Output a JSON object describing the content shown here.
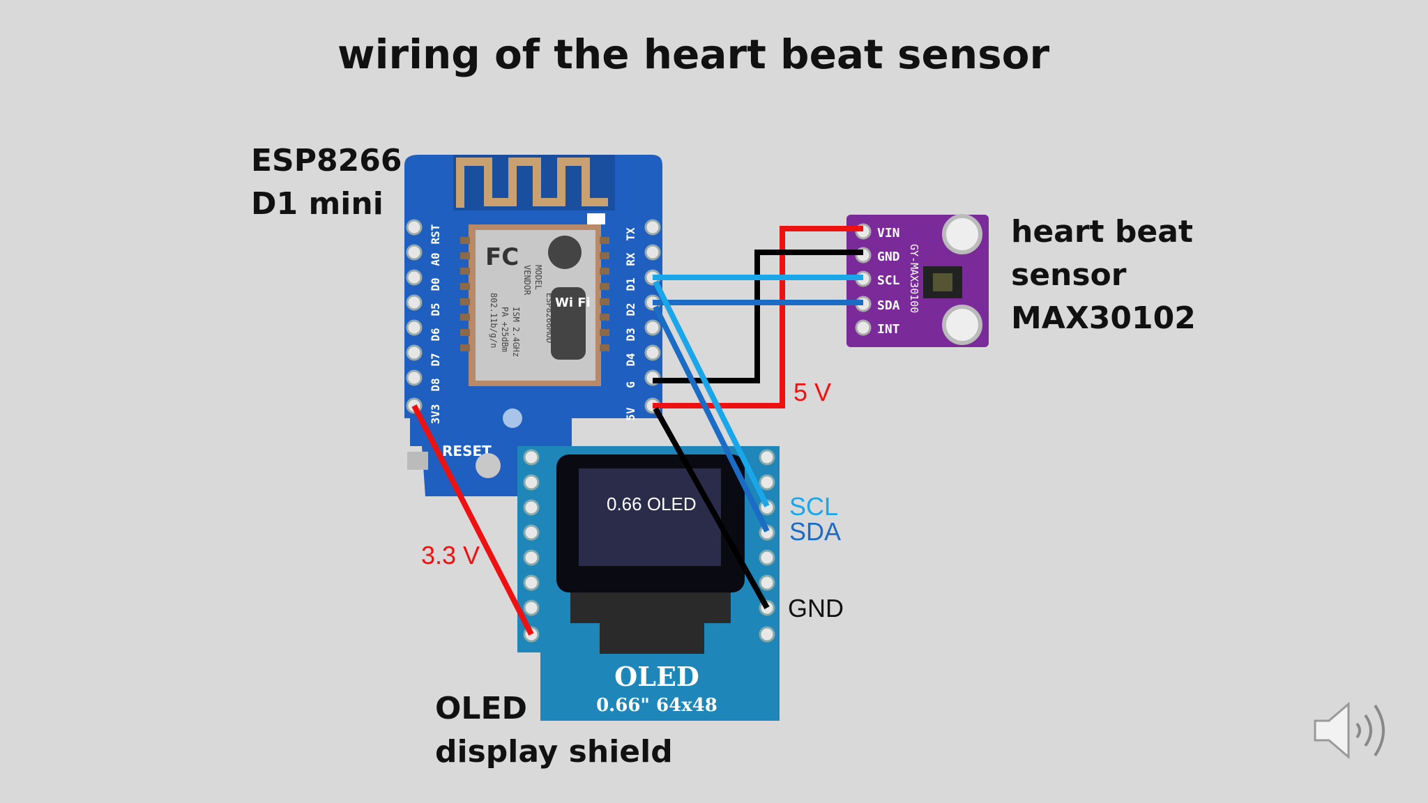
{
  "title": "wiring of the heart beat sensor",
  "esp": {
    "label_line1": "ESP8266",
    "label_line2": "D1 mini",
    "pins_left": [
      "RST",
      "A0",
      "D0",
      "D5",
      "D6",
      "D7",
      "D8",
      "3V3"
    ],
    "pins_right": [
      "TX",
      "RX",
      "D1",
      "D2",
      "D3",
      "D4",
      "G",
      "5V"
    ],
    "module_text": [
      "MODEL",
      "VENDOR",
      "ISM 2.4GHz",
      "PA +25dBm",
      "802.11b/g/n",
      "ESP8266MOD"
    ],
    "fc_mark": "FC",
    "wifi_text": "Wi Fi",
    "reset_text": "RESET"
  },
  "sensor": {
    "label_line1": "heart beat",
    "label_line2": "sensor",
    "label_line3": "MAX30102",
    "pins": [
      "VIN",
      "GND",
      "SCL",
      "SDA",
      "INT"
    ],
    "board_text": "GY-MAX30100"
  },
  "oled": {
    "label_line1": "OLED",
    "label_line2": "display shield",
    "screen_text": "0.66 OLED",
    "board_title": "OLED",
    "board_subtitle": "0.66\"  64x48"
  },
  "wires": {
    "v5": "5 V",
    "v33": "3.3 V",
    "scl": "SCL",
    "sda": "SDA",
    "gnd": "GND"
  },
  "colors": {
    "background": "#d9d9d9",
    "red_wire": "#ee1111",
    "black_wire": "#000000",
    "scl_wire": "#1aa7ea",
    "sda_wire": "#1a6cc4",
    "esp_board": "#1f5fbf",
    "sensor_board": "#7b2a9a",
    "oled_board": "#1e86b8"
  },
  "speaker_icon": "speaker-volume-icon"
}
